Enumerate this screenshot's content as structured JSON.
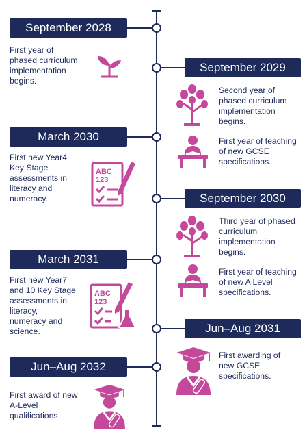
{
  "colors": {
    "navy": "#1e2a5a",
    "magenta": "#c4499a"
  },
  "events": [
    {
      "date": "September 2028",
      "desc": "First year of\nphased curriculum\nimplementation\nbegins.",
      "icon": "sprout-icon"
    },
    {
      "date": "September 2029",
      "desc": "Second year of\nphased curriculum\nimplementation\nbegins.",
      "icon": "tree-icon",
      "extra": "First year of teaching\nof new GCSE\nspecifications.",
      "extra_icon": "student-desk-icon"
    },
    {
      "date": "March 2030",
      "desc": "First new Year4\nKey Stage\nassessments in\nliteracy and\nnumeracy.",
      "icon": "checklist-icon",
      "badge": "ABC\n123"
    },
    {
      "date": "September 2030",
      "desc": "Third year of phased\ncurriculum\nimplementation\nbegins.",
      "icon": "tree-icon",
      "extra": "First year of teaching\nof new A Level\nspecifications.",
      "extra_icon": "student-desk-icon"
    },
    {
      "date": "March 2031",
      "desc": "First new Year7\nand 10 Key Stage\nassessments in\nliteracy,\nnumeracy and\nscience.",
      "icon": "checklist-flask-icon",
      "badge": "ABC\n123"
    },
    {
      "date": "Jun–Aug 2031",
      "desc": "First awarding of\nnew GCSE\nspecifications.",
      "icon": "graduate-icon"
    },
    {
      "date": "Jun–Aug 2032",
      "desc": "First award of new\nA-Level\nqualifications.",
      "icon": "graduate-icon"
    }
  ]
}
